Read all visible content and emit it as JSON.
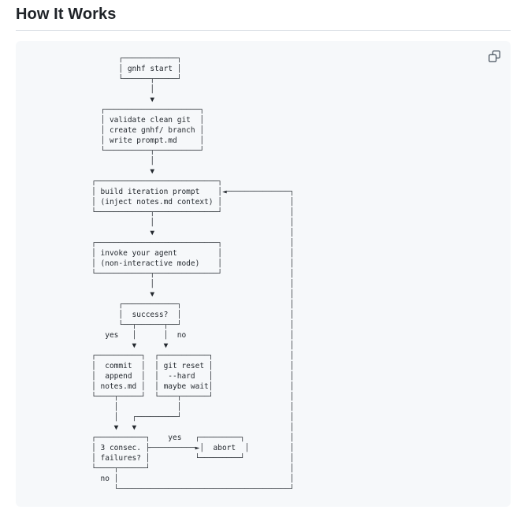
{
  "header": {
    "title": "How It Works"
  },
  "colors": {
    "code_block_background": "#f6f8fa",
    "code_text": "#24292f",
    "heading_divider": "#d8dee4",
    "copy_icon": "#59636e"
  },
  "code_block": {
    "ascii": [
      "                    ┌────────────┐",
      "                    │ gnhf start │",
      "                    └──────┬─────┘",
      "                           │",
      "                           ▼",
      "                ┌─────────────────────┐",
      "                │ validate clean git  │",
      "                │ create gnhf/ branch │",
      "                │ write prompt.md     │",
      "                └──────────┬──────────┘",
      "                           │",
      "                           ▼",
      "              ┌───────────────────────────┐",
      "              │ build iteration prompt    │◄──────────────┐",
      "              │ (inject notes.md context) │               │",
      "              └────────────┬──────────────┘               │",
      "                           │                              │",
      "                           ▼                              │",
      "              ┌───────────────────────────┐               │",
      "              │ invoke your agent         │               │",
      "              │ (non-interactive mode)    │               │",
      "              └────────────┬──────────────┘               │",
      "                           │                              │",
      "                           ▼                              │",
      "                    ┌────────────┐                        │",
      "                    │  success?  │                        │",
      "                    └──┬──────┬──┘                        │",
      "                 yes   │      │  no                       │",
      "                       ▼      ▼                           │",
      "              ┌──────────┐  ┌───────────┐                 │",
      "              │  commit  │  │ git reset │                 │",
      "              │  append  │  │  --hard   │                 │",
      "              │ notes.md │  │ maybe wait│                 │",
      "              └────┬─────┘  └────┬──────┘                 │",
      "                   │             │                        │",
      "                   │   ┌─────────┘                        │",
      "                   ▼   ▼                                  │",
      "              ┌───────────┐    yes   ┌─────────┐          │",
      "              │ 3 consec. ├──────────►│  abort  │         │",
      "              │ failures? │          └─────────┘          │",
      "              └────┬──────┘                               │",
      "                no │                                      │",
      "                   └──────────────────────────────────────┘"
    ]
  },
  "flowchart": {
    "nodes": [
      "gnhf start",
      "validate clean git / create gnhf/ branch / write prompt.md",
      "build iteration prompt (inject notes.md context)",
      "invoke your agent (non-interactive mode)",
      "success?",
      "commit append notes.md",
      "git reset --hard maybe wait",
      "3 consec. failures?",
      "abort"
    ],
    "branch_labels": [
      "yes",
      "no",
      "yes",
      "no"
    ]
  }
}
